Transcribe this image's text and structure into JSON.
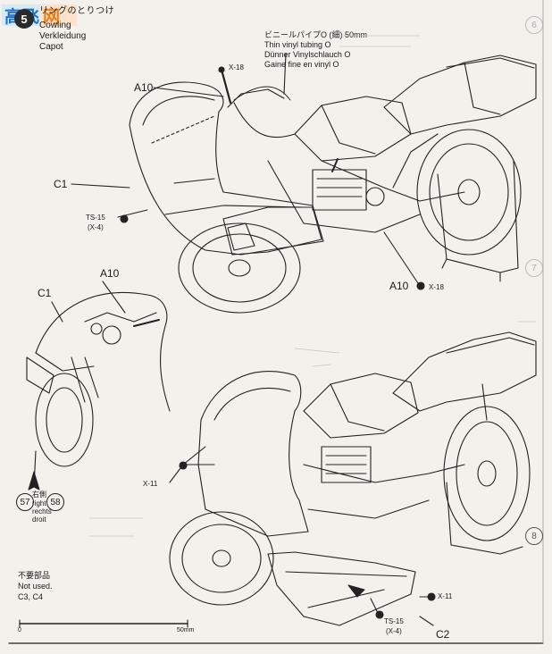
{
  "header": {
    "title_jp": "リングのとりつけ",
    "title_en": "Cowling",
    "title_de": "Verkleidung",
    "title_fr": "Capot"
  },
  "tube_note": {
    "line1": "ビニールパイプO (細) 50mm",
    "line2": "Thin vinyl tubing O",
    "line3": "Dünner Vinylschlauch O",
    "line4": "Gaine fine en vinyl O"
  },
  "parts": {
    "a10_top": "A10",
    "x18_top": "X-18",
    "c1_top": "C1",
    "ts15_top": "TS-15",
    "x4_top": "(X-4)",
    "a10_right": "A10",
    "x18_right": "X-18",
    "c1_mid": "C1",
    "a10_mid": "A10",
    "x11_left": "X-11",
    "x11_right": "X-11",
    "ts15_bottom": "TS-15",
    "x4_bottom": "(X-4)",
    "c2": "C2"
  },
  "side_note": {
    "num_a": "57",
    "num_b": "58",
    "jp": "右側",
    "en": "right",
    "de": "rechts",
    "fr": "droit"
  },
  "not_used": {
    "jp": "不要部品",
    "en": "Not used.",
    "parts": "C3, C4"
  },
  "scale": {
    "start": "0",
    "end": "50mm"
  },
  "margin_steps": [
    "6",
    "7",
    "8"
  ]
}
